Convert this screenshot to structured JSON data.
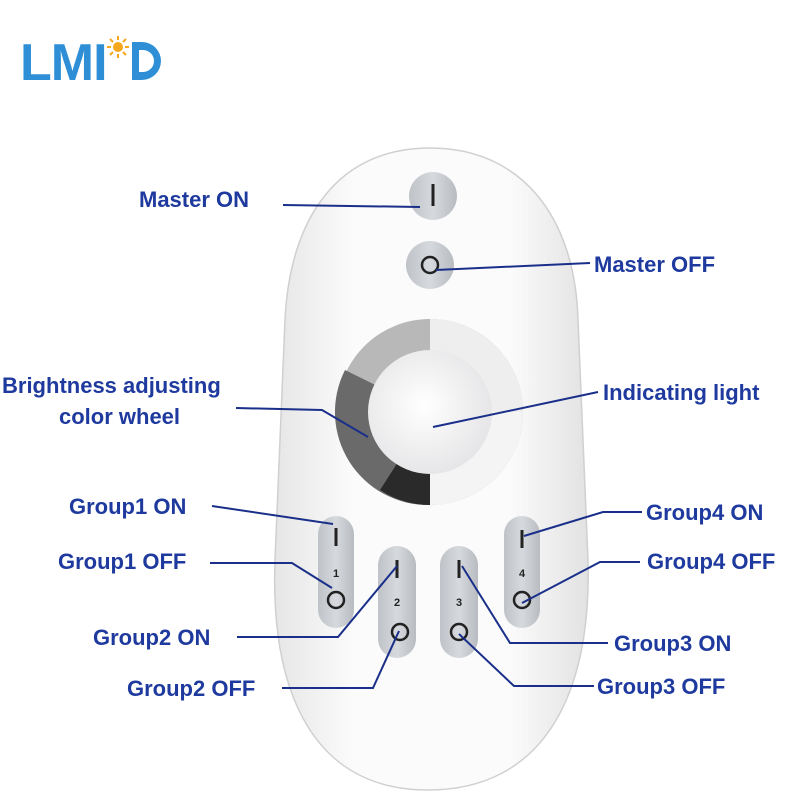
{
  "brand": {
    "logo_text": "LMID",
    "accent": "#2f8fd6",
    "sun_color": "#f6a81c"
  },
  "labels": {
    "master_on": "Master ON",
    "master_off": "Master OFF",
    "brightness_line1": "Brightness adjusting",
    "brightness_line2": "color wheel",
    "indicating_light": "Indicating light",
    "group1_on": "Group1 ON",
    "group1_off": "Group1 OFF",
    "group2_on": "Group2 ON",
    "group2_off": "Group2 OFF",
    "group3_on": "Group3 ON",
    "group3_off": "Group3 OFF",
    "group4_on": "Group4 ON",
    "group4_off": "Group4 OFF"
  },
  "groups": [
    "1",
    "2",
    "3",
    "4"
  ],
  "colors": {
    "label": "#1f3a9e",
    "leader_line": "#1a2f8a",
    "button": "#c9cdd2",
    "remote_body": "#fafafa"
  }
}
